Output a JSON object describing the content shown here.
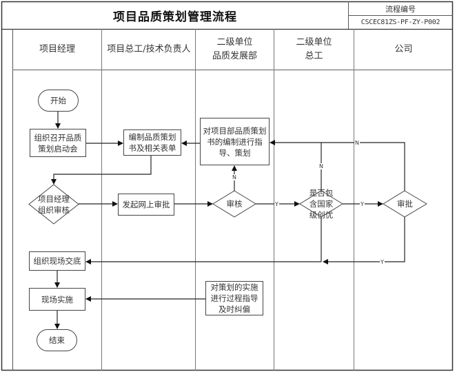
{
  "header": {
    "title": "项目品质策划管理流程",
    "code_label": "流程编号",
    "code_value": "CSCEC81ZS-PF-ZY-P002"
  },
  "lanes": [
    {
      "label": "项目经理"
    },
    {
      "label": "项目总工/技术负责人"
    },
    {
      "label": "二级单位\n品质发展部"
    },
    {
      "label": "二级单位\n总工"
    },
    {
      "label": "公司"
    }
  ],
  "nodes": {
    "start": "开始",
    "kickoff_meeting": "组织召开品质\n策划启动会",
    "compile_plan": "编制品质策划\n书及相关表单",
    "guide_planning": "对项目部品质策划\n书的编制进行指\n导、策划",
    "pm_review": "项目经理\n组织审核",
    "online_approval": "发起网上审批",
    "review": "审核",
    "national_award_check": "是否包\n含国家\n级创优",
    "company_approval": "审批",
    "site_briefing": "组织现场交底",
    "site_implementation": "现场实施",
    "process_guidance": "对策划的实施\n进行过程指导\n及时纠偏",
    "end": "结束"
  },
  "edge_labels": {
    "review_no": "N",
    "review_yes": "Y",
    "award_no": "N",
    "award_yes": "Y",
    "approval_no": "N",
    "approval_yes": "Y"
  },
  "colors": {
    "line": "#222222",
    "lane_divider": "#777777",
    "border": "#333333"
  }
}
